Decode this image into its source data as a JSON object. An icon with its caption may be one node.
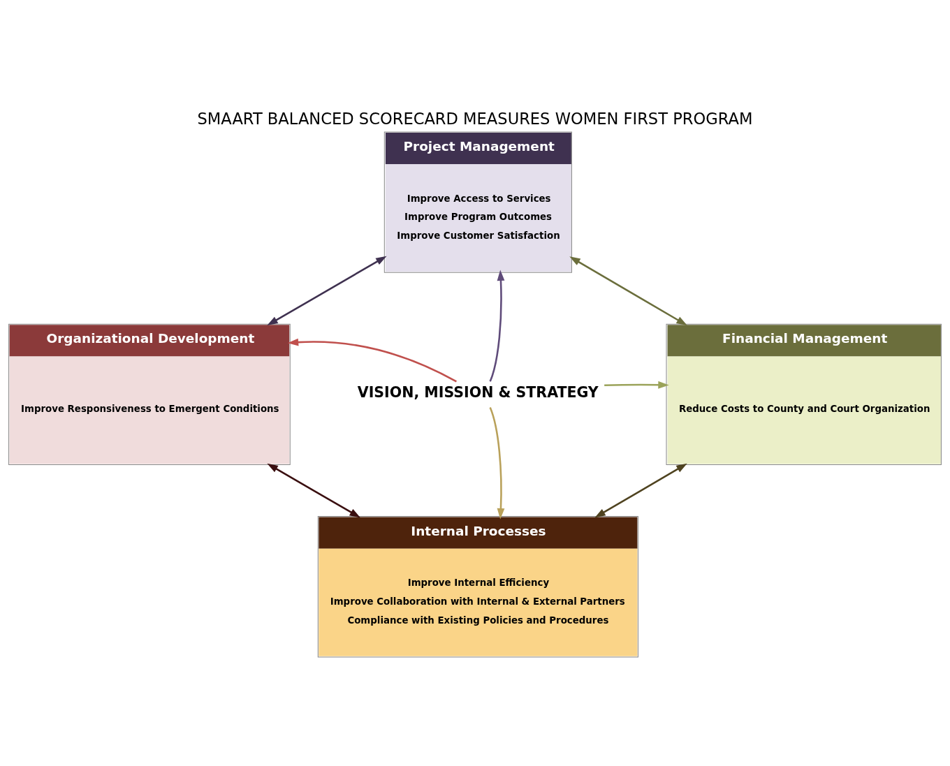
{
  "diagram": {
    "title": "SMAART BALANCED SCORECARD MEASURES WOMEN FIRST PROGRAM",
    "nodes": [
      {
        "text": [
          "Project Management",
          "Improve Access to Services",
          "Improve Program Outcomes",
          "Improve Customer Satisfaction"
        ]
      },
      {
        "text": [
          "Organizational Development",
          "Improve Responsiveness to Emergent Conditions"
        ]
      },
      {
        "text": [
          "Financial Management",
          "Reduce Costs to County and Court Organization"
        ]
      },
      {
        "text": [
          "Internal Processes",
          "Improve Internal Efficiency",
          "Improve Collaboration with Internal & External Partners",
          "Compliance with Existing Policies and Procedures"
        ]
      },
      {
        "text": [
          "VISION, MISSION & STRATEGY"
        ]
      }
    ],
    "edges": [
      {
        "from": 4,
        "to": 0,
        "arrow": "to",
        "color": "#5f4b7a"
      },
      {
        "from": 4,
        "to": 1,
        "arrow": "to",
        "color": "#c0504d"
      },
      {
        "from": 4,
        "to": 2,
        "arrow": "to",
        "color": "#9ba35a"
      },
      {
        "from": 4,
        "to": 3,
        "arrow": "to",
        "color": "#b9a15a"
      },
      {
        "from": 0,
        "to": 1,
        "arrow": "both",
        "color": "#3f3150"
      },
      {
        "from": 0,
        "to": 2,
        "arrow": "both",
        "color": "#6b6e3c"
      },
      {
        "from": 1,
        "to": 3,
        "arrow": "both",
        "color": "#3a0f10"
      },
      {
        "from": 2,
        "to": 3,
        "arrow": "both",
        "color": "#4f4320"
      }
    ]
  }
}
